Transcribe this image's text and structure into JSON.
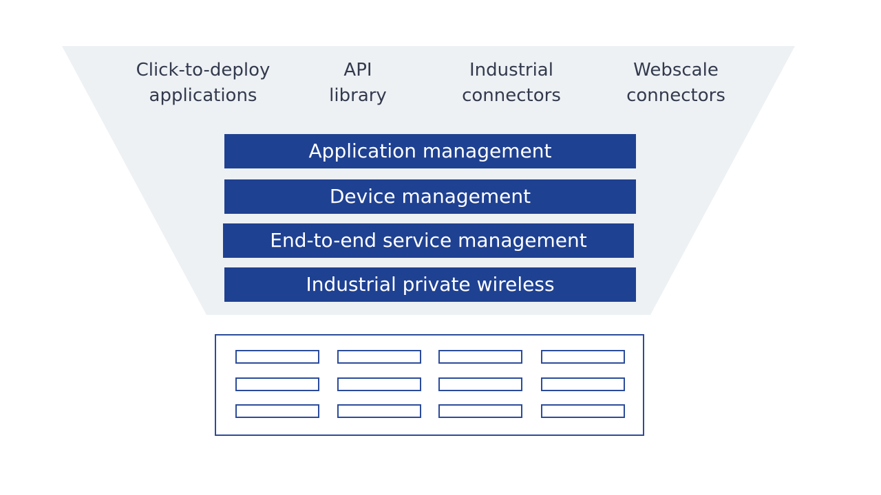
{
  "top_labels": [
    {
      "line1": "Click-to-deploy",
      "line2": "applications"
    },
    {
      "line1": "API",
      "line2": "library"
    },
    {
      "line1": "Industrial",
      "line2": "connectors"
    },
    {
      "line1": "Webscale",
      "line2": "connectors"
    }
  ],
  "layers": [
    {
      "label": "Application management"
    },
    {
      "label": "Device management"
    },
    {
      "label": "End-to-end service management"
    },
    {
      "label": "Industrial private wireless"
    }
  ],
  "colors": {
    "funnel_fill": "#edf1f4",
    "layer_fill": "#1f4192",
    "layer_text": "#ffffff",
    "label_text": "#333a4d",
    "hardware_outline": "#2b4b9a"
  },
  "hardware": {
    "rows": 3,
    "columns": 4
  }
}
